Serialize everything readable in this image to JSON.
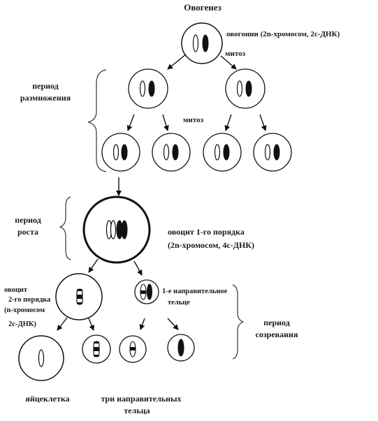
{
  "title": "Овогенез",
  "labels": {
    "oogonia": "овогонии (2n-хромосом, 2с-ДНК)",
    "mitosis_1": "митоз",
    "mitosis_2": "митоз",
    "period_reproduction_1": "период",
    "period_reproduction_2": "размножения",
    "period_growth_1": "период",
    "period_growth_2": "роста",
    "oocyte1_1": "овоцит 1-го порядка",
    "oocyte1_2": "(2n-хромосом, 4с-ДНК)",
    "oocyte2_1": "овоцит",
    "oocyte2_2": "2-го порядка",
    "oocyte2_3": "(n-хромосом",
    "oocyte2_4": "2с-ДНК)",
    "polar1_1": "1-е направительное",
    "polar1_2": "тельце",
    "period_maturation_1": "период",
    "period_maturation_2": "созревания",
    "egg": "яйцеклетка",
    "three_polar_1": "три направительных",
    "three_polar_2": "тельца"
  }
}
